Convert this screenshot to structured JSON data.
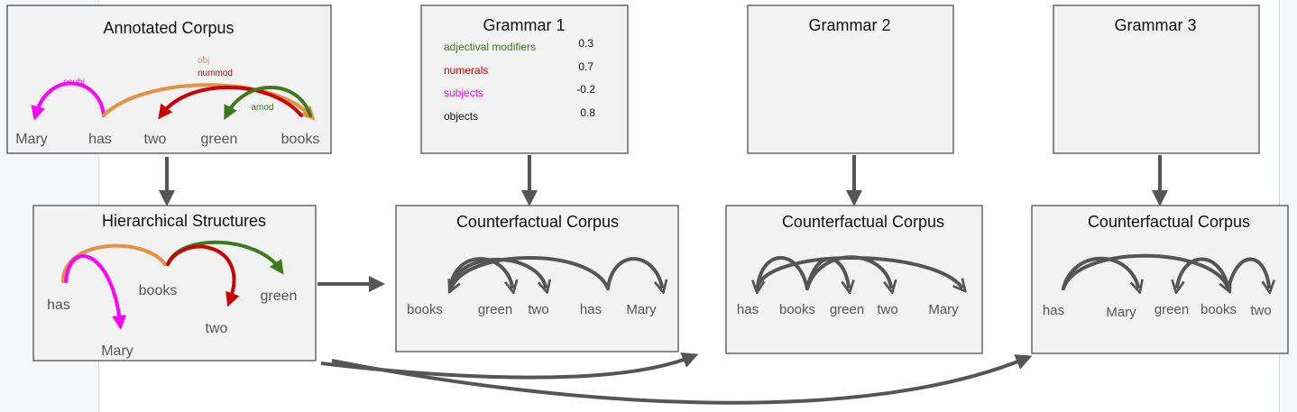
{
  "colors": {
    "nsubj": "#ff00ff",
    "obj": "#e5913f",
    "nummod": "#cc0000",
    "amod": "#3d7a1d",
    "neutral": "#555555"
  },
  "annotated": {
    "title": "Annotated Corpus",
    "words": [
      "Mary",
      "has",
      "two",
      "green",
      "books"
    ],
    "labels": {
      "nsubj": "nsubj",
      "obj": "obj",
      "nummod": "nummod",
      "amod": "amod"
    }
  },
  "hierarchical": {
    "title": "Hierarchical Structures",
    "words": [
      "has",
      "books",
      "green",
      "two",
      "Mary"
    ]
  },
  "grammar1": {
    "title": "Grammar 1",
    "rows": [
      {
        "label": "adjectival modifiers",
        "value": "0.3",
        "color": "#3d7a1d"
      },
      {
        "label": "numerals",
        "value": "0.7",
        "color": "#cc0000"
      },
      {
        "label": "subjects",
        "value": "-0.2",
        "color": "#ff00ff"
      },
      {
        "label": "objects",
        "value": "0.8",
        "color": "#111111"
      }
    ]
  },
  "grammar2": {
    "title": "Grammar 2"
  },
  "grammar3": {
    "title": "Grammar 3"
  },
  "counter1": {
    "title": "Counterfactual Corpus",
    "words": [
      "books",
      "green",
      "two",
      "has",
      "Mary"
    ]
  },
  "counter2": {
    "title": "Counterfactual Corpus",
    "words": [
      "has",
      "books",
      "green",
      "two",
      "Mary"
    ]
  },
  "counter3": {
    "title": "Counterfactual Corpus",
    "words": [
      "has",
      "Mary",
      "green",
      "books",
      "two"
    ]
  }
}
